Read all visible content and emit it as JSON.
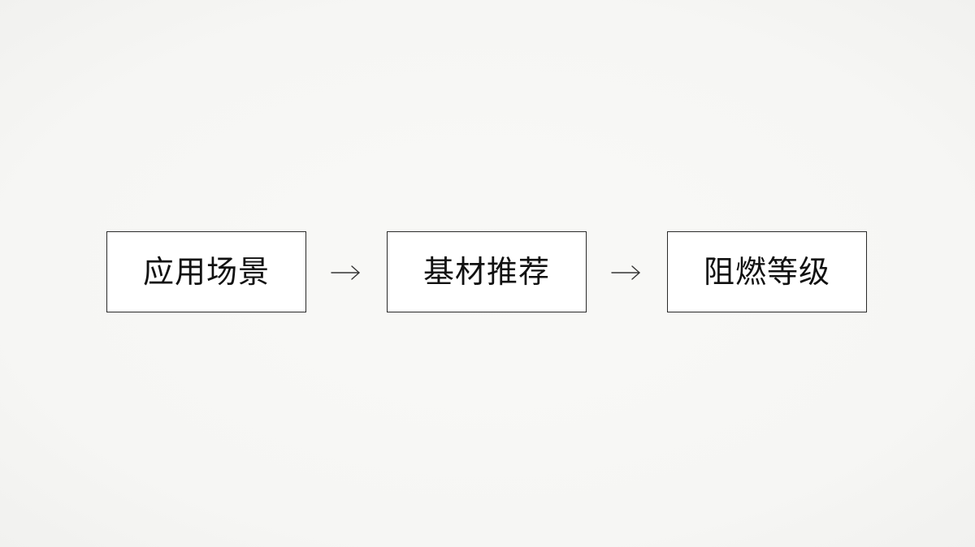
{
  "diagram": {
    "nodes": [
      {
        "id": "scene",
        "label": "应用场景"
      },
      {
        "id": "substrate",
        "label": "基材推荐"
      },
      {
        "id": "flame-rating",
        "label": "阻燃等级"
      }
    ],
    "edges": [
      {
        "from": "scene",
        "to": "substrate"
      },
      {
        "from": "substrate",
        "to": "flame-rating"
      }
    ],
    "colors": {
      "background": "#f7f7f5",
      "node_fill": "#ffffff",
      "node_border": "#2a2a2a",
      "text": "#111111",
      "arrow": "#333333"
    }
  }
}
